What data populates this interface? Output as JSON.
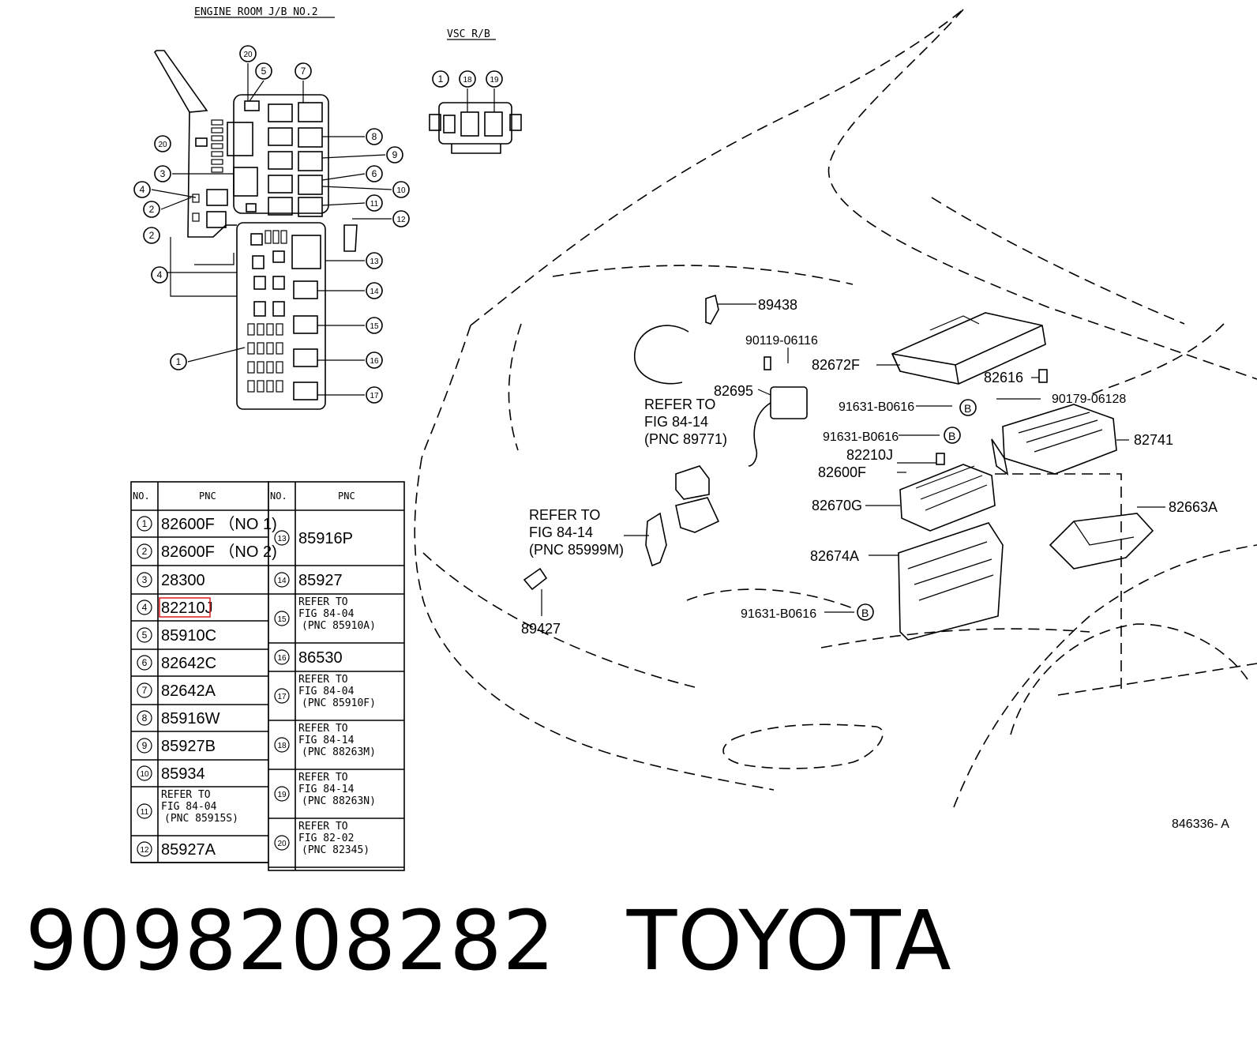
{
  "titles": {
    "engine_room": "ENGINE ROOM J/B NO.2",
    "vsc": "VSC R/B"
  },
  "jb_callouts": [
    "1",
    "2",
    "3",
    "4",
    "5",
    "6",
    "7",
    "8",
    "9",
    "10",
    "11",
    "12",
    "13",
    "14",
    "15",
    "16",
    "17",
    "18",
    "19",
    "20"
  ],
  "pnc_table": {
    "header_no": "NO.",
    "header_pnc": "PNC",
    "left": [
      {
        "no": "1",
        "lines": [
          "82600F （NO 1)"
        ]
      },
      {
        "no": "2",
        "lines": [
          "82600F （NO 2)"
        ]
      },
      {
        "no": "3",
        "lines": [
          "28300"
        ]
      },
      {
        "no": "4",
        "lines": [
          "82210J"
        ],
        "highlight": true
      },
      {
        "no": "5",
        "lines": [
          "85910C"
        ]
      },
      {
        "no": "6",
        "lines": [
          "82642C"
        ]
      },
      {
        "no": "7",
        "lines": [
          "82642A"
        ]
      },
      {
        "no": "8",
        "lines": [
          "85916W"
        ]
      },
      {
        "no": "9",
        "lines": [
          "85927B"
        ]
      },
      {
        "no": "10",
        "lines": [
          "85934"
        ]
      },
      {
        "no": "11",
        "lines": [
          "REFER TO",
          "FIG 84-04",
          "(PNC 85915S)"
        ]
      },
      {
        "no": "12",
        "lines": [
          "85927A"
        ]
      }
    ],
    "right": [
      {
        "no": "13",
        "lines": [
          "85916P"
        ]
      },
      {
        "no": "14",
        "lines": [
          "85927"
        ]
      },
      {
        "no": "15",
        "lines": [
          "REFER TO",
          "FIG 84-04",
          "(PNC 85910A)"
        ]
      },
      {
        "no": "16",
        "lines": [
          "86530"
        ]
      },
      {
        "no": "17",
        "lines": [
          "REFER TO",
          "FIG 84-04",
          "(PNC 85910F)"
        ]
      },
      {
        "no": "18",
        "lines": [
          "REFER TO",
          "FIG 84-14",
          "(PNC 88263M)"
        ]
      },
      {
        "no": "19",
        "lines": [
          "REFER TO",
          "FIG 84-14",
          "(PNC 88263N)"
        ]
      },
      {
        "no": "20",
        "lines": [
          "REFER TO",
          "FIG 82-02",
          "(PNC 82345)"
        ]
      }
    ]
  },
  "callouts": {
    "p89438": "89438",
    "p90119": "90119-06116",
    "p82672F": "82672F",
    "p82616": "82616",
    "p90179": "90179-06128",
    "p91631a": "91631-B0616",
    "p91631b": "91631-B0616",
    "p91631c": "91631-B0616",
    "p82695": "82695",
    "p82210J": "82210J",
    "p82600F": "82600F",
    "p82741": "82741",
    "p82670G": "82670G",
    "p82663A": "82663A",
    "p82674A": "82674A",
    "p89427": "89427",
    "b_marker": "B",
    "ref1": [
      "REFER TO",
      "FIG  84-14",
      "(PNC 89771)"
    ],
    "ref2": [
      "REFER TO",
      "FIG  84-14",
      "(PNC 85999M)"
    ],
    "drawing_no": "846336- A"
  },
  "footer": {
    "part_number": "9098208282",
    "brand": "TOYOTA"
  },
  "colors": {
    "highlight": "#e0282b",
    "ink": "#000000"
  }
}
